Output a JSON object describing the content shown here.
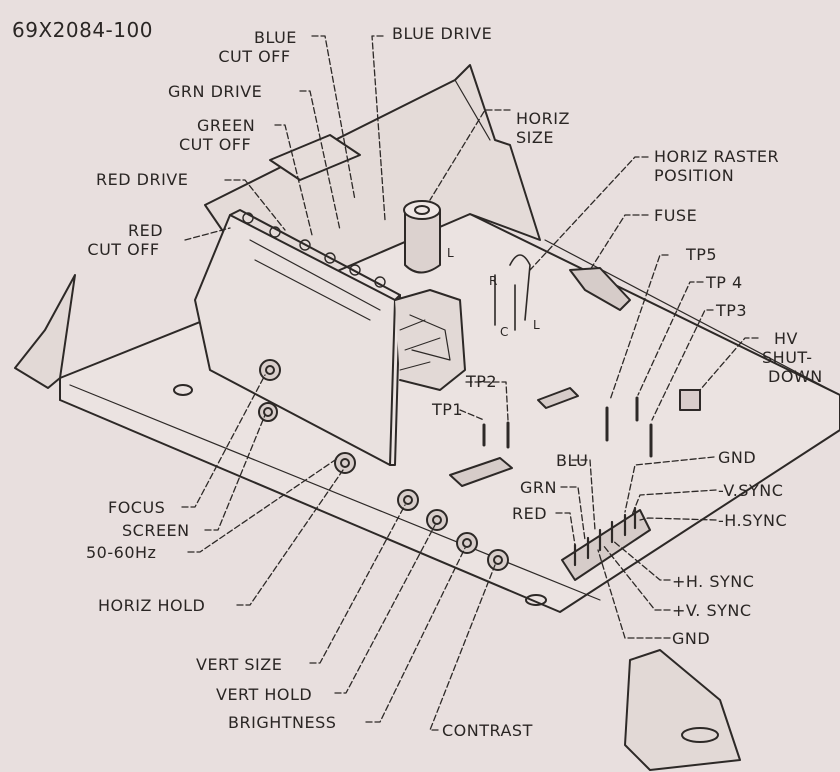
{
  "part_number": "69X2084-100",
  "labels": {
    "blue_cut_off": [
      "BLUE",
      "CUT OFF"
    ],
    "blue_drive": "BLUE DRIVE",
    "grn_drive": "GRN DRIVE",
    "green_cut_off": [
      "GREEN",
      "CUT OFF"
    ],
    "red_drive": "RED DRIVE",
    "red_cut_off": [
      "RED",
      "CUT OFF"
    ],
    "horiz_size": [
      "HORIZ",
      "SIZE"
    ],
    "horiz_raster_position": [
      "HORIZ RASTER",
      "POSITION"
    ],
    "fuse": "FUSE",
    "tp5": "TP5",
    "tp4": "TP 4",
    "tp3": "TP3",
    "hv_shutdown": [
      "HV",
      "SHUT-",
      "DOWN"
    ],
    "tp2": "TP2",
    "tp1": "TP1",
    "gnd_top": "GND",
    "v_sync_neg": "-V.SYNC",
    "h_sync_neg": "-H.SYNC",
    "blu": "BLU",
    "grn": "GRN",
    "red": "RED",
    "h_sync_pos": "+H. SYNC",
    "v_sync_pos": "+V. SYNC",
    "gnd_bottom": "GND",
    "focus": "FOCUS",
    "screen": "SCREEN",
    "hz": "50-60Hz",
    "horiz_hold": "HORIZ HOLD",
    "vert_size": "VERT SIZE",
    "vert_hold": "VERT HOLD",
    "brightness": "BRIGHTNESS",
    "contrast": "CONTRAST",
    "component_r": "R",
    "component_c": "C",
    "component_l": "L",
    "coil_l": "L"
  }
}
